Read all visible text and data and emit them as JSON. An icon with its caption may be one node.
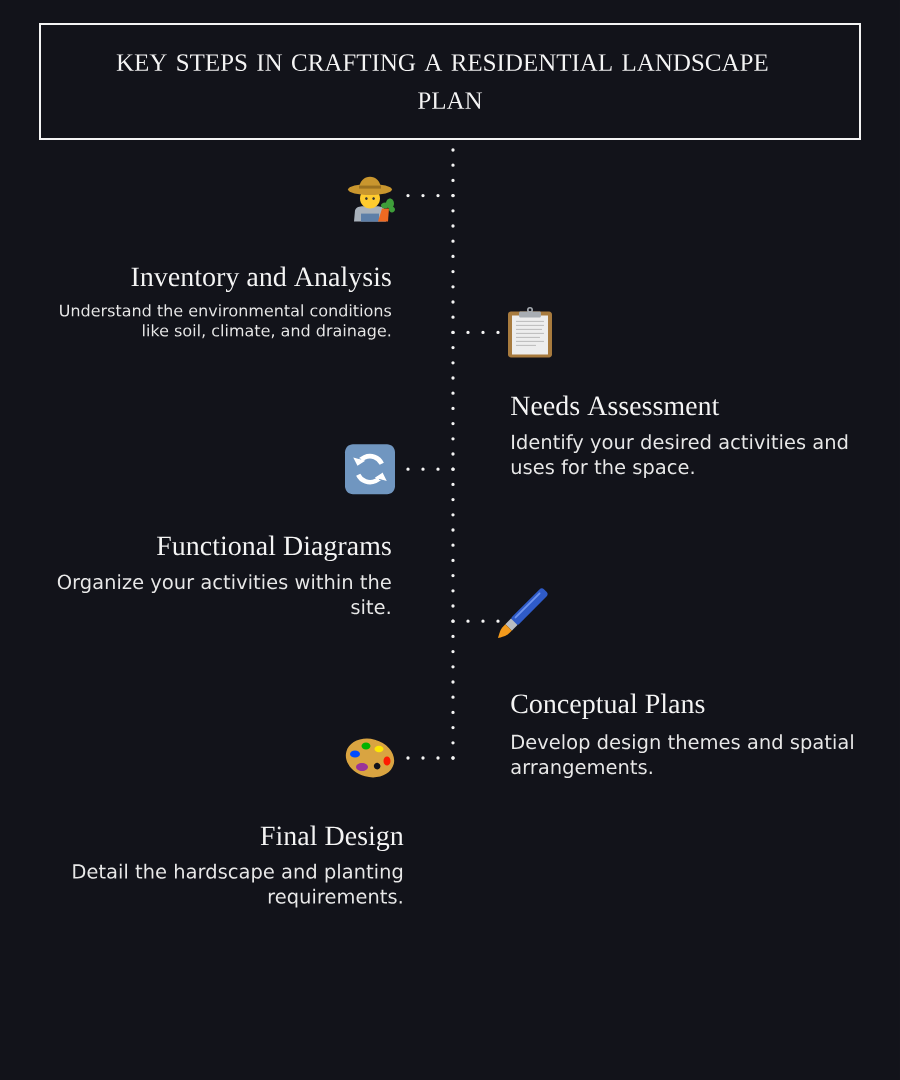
{
  "diagram": {
    "title": "KEY STEPS IN CRAFTING A RESIDENTIAL LANDSCAPE PLAN",
    "nodes": [
      {
        "text": [],
        "shape": "picture"
      },
      {
        "text": [
          "Inventory and Analysis",
          "Understand the environmental conditions like soil, climate, and drainage."
        ]
      },
      {
        "text": [],
        "shape": "picture"
      },
      {
        "text": [
          "Needs Assessment",
          "Identify your desired activities and uses for the space."
        ]
      },
      {
        "text": [],
        "shape": "picture"
      },
      {
        "text": [
          "Functional Diagrams",
          "Organize your activities within the site."
        ]
      },
      {
        "text": [],
        "shape": "picture"
      },
      {
        "text": [
          "Conceptual Plans",
          "Develop design themes and spatial arrangements."
        ]
      },
      {
        "text": [],
        "shape": "picture"
      },
      {
        "text": [
          "Final Design",
          "Detail the hardscape and planting requirements."
        ]
      }
    ],
    "edges": [
      {
        "from": null,
        "to": 0,
        "arrow": "none",
        "style": "dashed"
      },
      {
        "from": null,
        "to": 2,
        "arrow": "none",
        "style": "dashed"
      },
      {
        "from": null,
        "to": 4,
        "arrow": "none",
        "style": "dashed"
      },
      {
        "from": null,
        "to": 6,
        "arrow": "none",
        "style": "dashed"
      },
      {
        "from": null,
        "to": 8,
        "arrow": "none",
        "style": "dashed"
      }
    ]
  }
}
